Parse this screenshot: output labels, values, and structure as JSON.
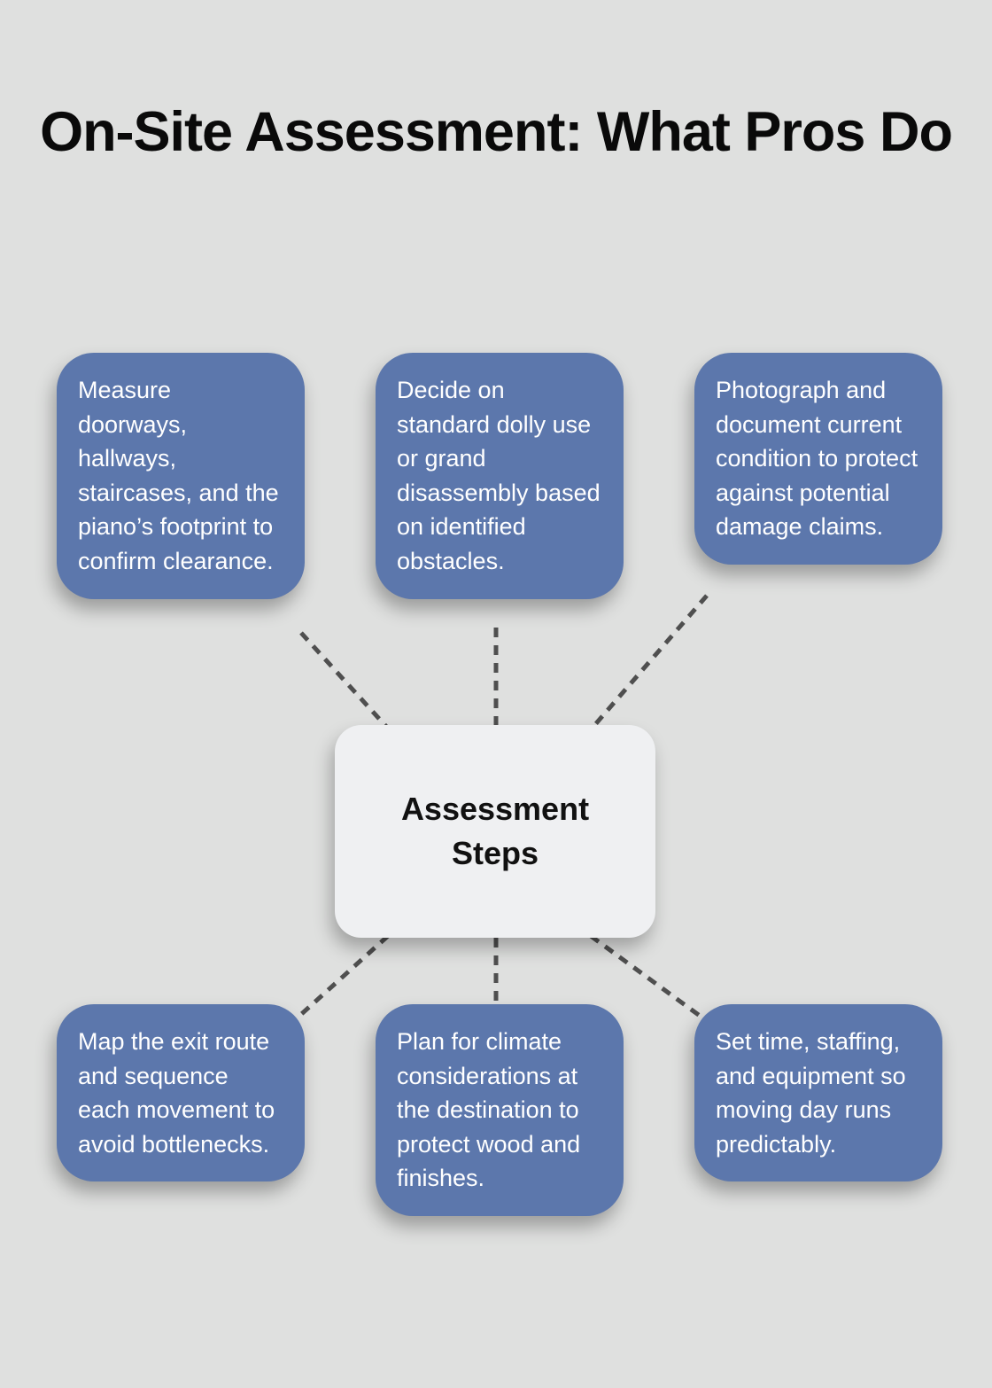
{
  "page": {
    "title": "On-Site Assessment: What Pros Do"
  },
  "diagram": {
    "center": {
      "label": "Assessment Steps"
    },
    "nodes": [
      {
        "id": "measure-clearance",
        "position": "top-left",
        "text": "Measure doorways, hallways, staircases, and the piano’s footprint to confirm clearance."
      },
      {
        "id": "dolly-or-disassembly",
        "position": "top-middle",
        "text": "Decide on standard dolly use or grand disassembly based on identified obstacles."
      },
      {
        "id": "photograph-document",
        "position": "top-right",
        "text": "Photograph and document current condition to protect against potential damage claims."
      },
      {
        "id": "map-exit-route",
        "position": "bottom-left",
        "text": "Map the exit route and sequence each movement to avoid bottlenecks."
      },
      {
        "id": "climate-plan",
        "position": "bottom-middle",
        "text": "Plan for climate considerations at the destination to protect wood and finishes."
      },
      {
        "id": "time-staffing",
        "position": "bottom-right",
        "text": "Set time, staffing, and equipment so moving day runs predictably."
      }
    ],
    "colors": {
      "background": "#dfe0df",
      "node_fill": "#5c77ac",
      "node_text": "#ffffff",
      "center_fill": "#eff0f2",
      "center_text": "#111111",
      "title_text": "#0a0a0a",
      "connector": "#4f4f4f"
    }
  }
}
